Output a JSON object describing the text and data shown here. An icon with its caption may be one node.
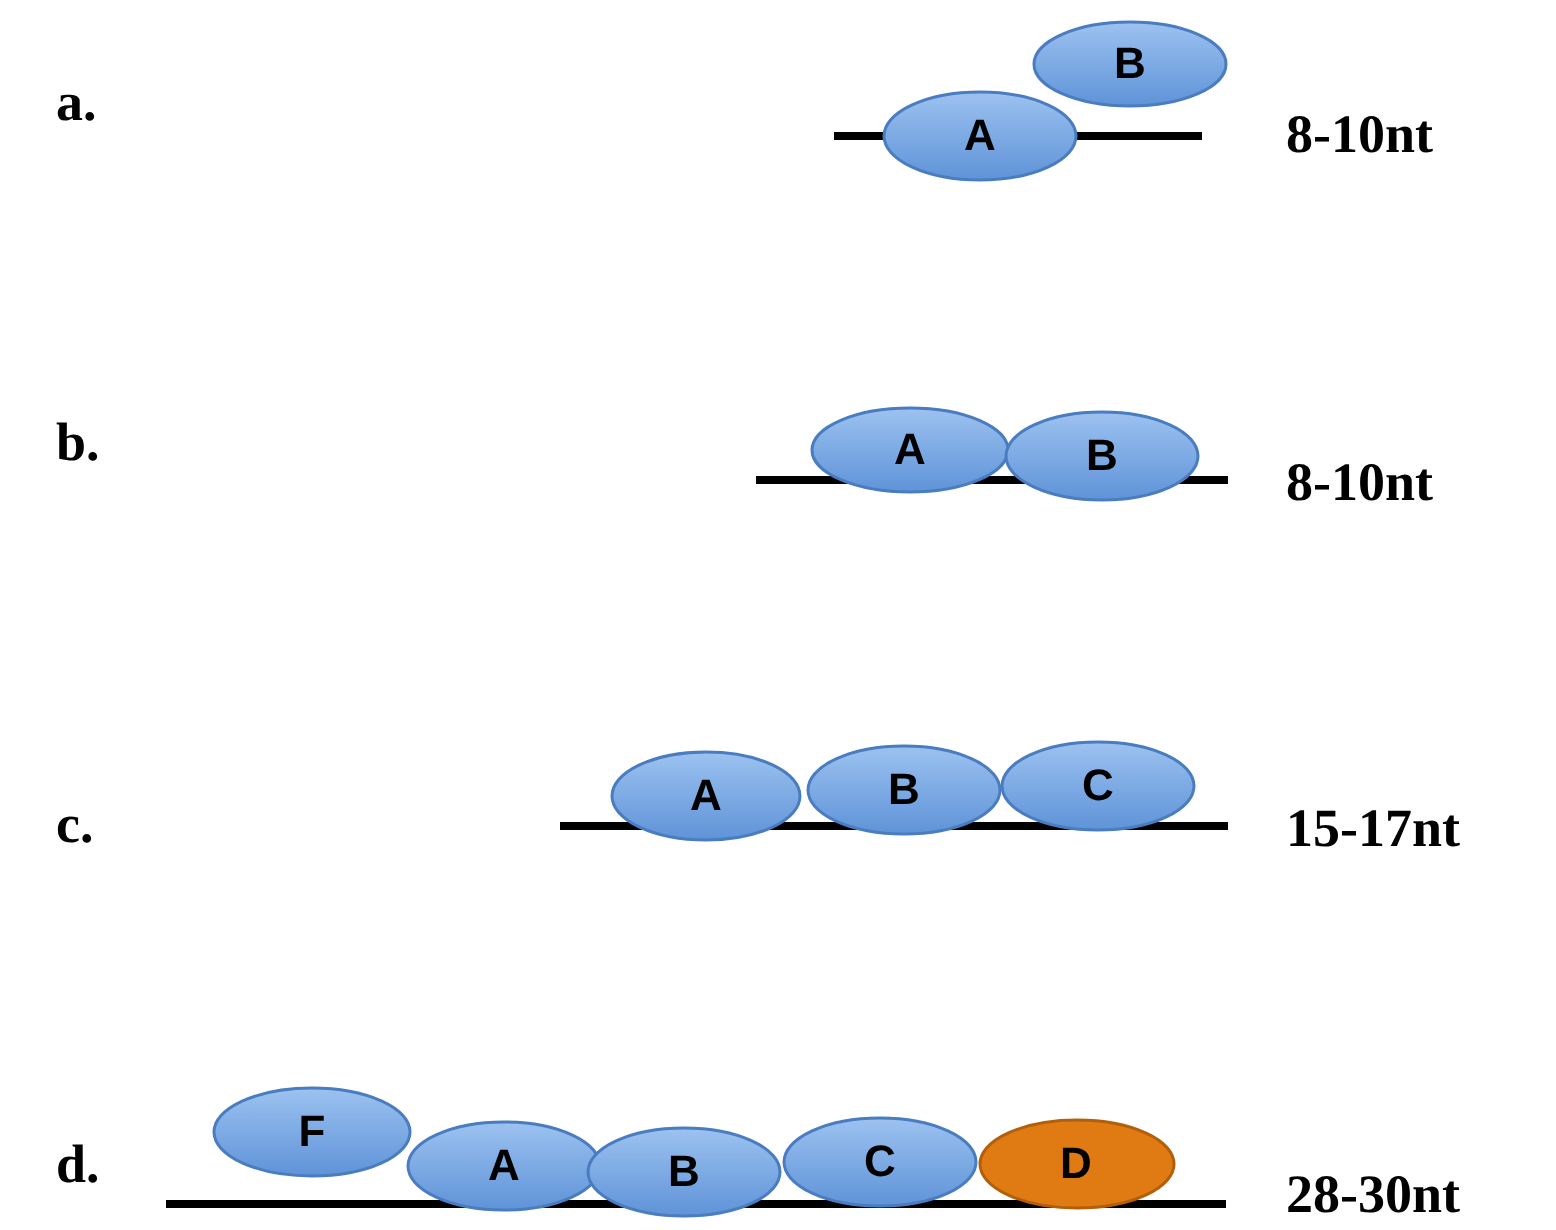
{
  "diagram": {
    "nodes": [
      {
        "text": [
          "A"
        ]
      },
      {
        "text": [
          "B"
        ]
      },
      {
        "text": [
          "A"
        ]
      },
      {
        "text": [
          "B"
        ]
      },
      {
        "text": [
          "A"
        ]
      },
      {
        "text": [
          "B"
        ]
      },
      {
        "text": [
          "C"
        ]
      },
      {
        "text": [
          "F"
        ]
      },
      {
        "text": [
          "A"
        ]
      },
      {
        "text": [
          "B"
        ]
      },
      {
        "text": [
          "C"
        ]
      },
      {
        "text": [
          "D"
        ]
      }
    ],
    "labels": [
      "a.",
      "8-10nt",
      "b.",
      "8-10nt",
      "c.",
      "15-17nt",
      "d.",
      "28-30nt"
    ]
  }
}
